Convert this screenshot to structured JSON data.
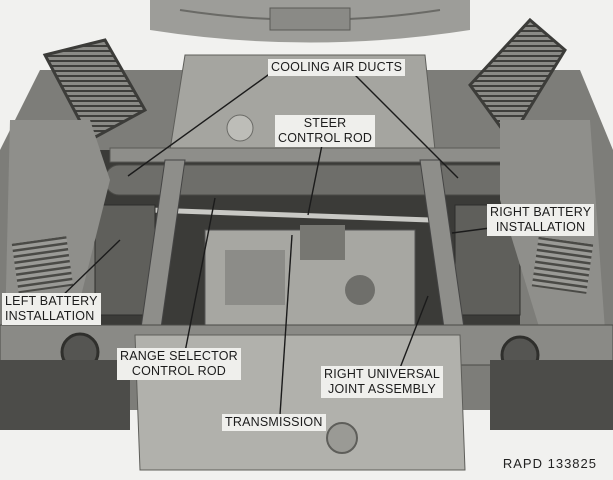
{
  "figure": {
    "labels": {
      "cooling_air_ducts": "COOLING AIR DUCTS",
      "steer_control_rod": "STEER\nCONTROL ROD",
      "right_battery_installation": "RIGHT BATTERY\nINSTALLATION",
      "left_battery_installation": "LEFT BATTERY\nINSTALLATION",
      "range_selector_control_rod": "RANGE SELECTOR\nCONTROL ROD",
      "right_universal_joint_assembly": "RIGHT UNIVERSAL\nJOINT ASSEMBLY",
      "transmission": "TRANSMISSION"
    },
    "reference_number": "RAPD 133825"
  }
}
